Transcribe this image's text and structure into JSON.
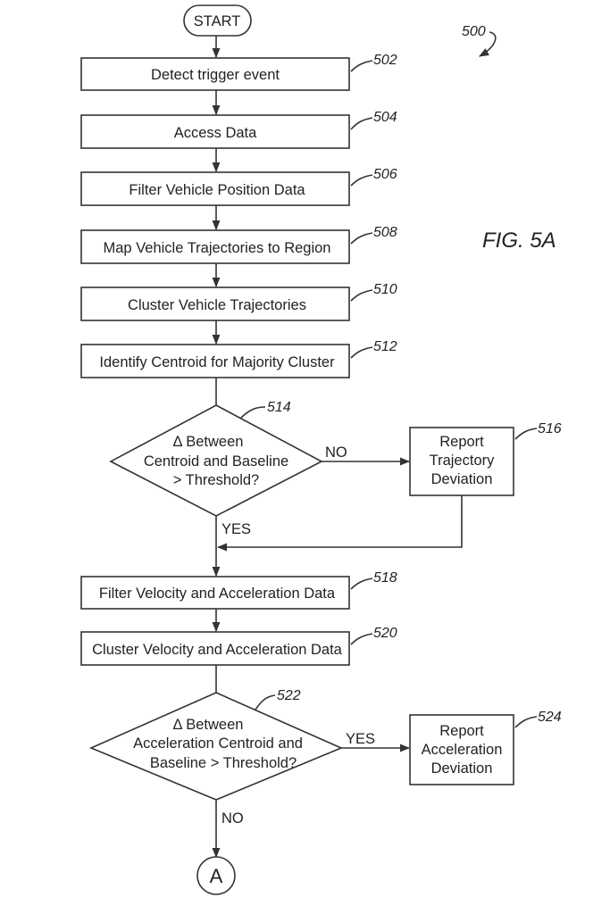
{
  "figure": {
    "title": "FIG. 5A",
    "figure_ref": "500",
    "start": "START",
    "connector": "A"
  },
  "steps": {
    "s502": {
      "ref": "502",
      "label": "Detect trigger event"
    },
    "s504": {
      "ref": "504",
      "label": "Access Data"
    },
    "s506": {
      "ref": "506",
      "label": "Filter Vehicle Position Data"
    },
    "s508": {
      "ref": "508",
      "label": "Map Vehicle Trajectories to Region"
    },
    "s510": {
      "ref": "510",
      "label": "Cluster Vehicle Trajectories"
    },
    "s512": {
      "ref": "512",
      "label": "Identify Centroid for Majority Cluster"
    },
    "s514": {
      "ref": "514",
      "lines": [
        "Δ Between",
        "Centroid and Baseline",
        "> Threshold?"
      ],
      "no": "NO",
      "yes": "YES"
    },
    "s516": {
      "ref": "516",
      "lines": [
        "Report",
        "Trajectory",
        "Deviation"
      ]
    },
    "s518": {
      "ref": "518",
      "label": "Filter Velocity and Acceleration Data"
    },
    "s520": {
      "ref": "520",
      "label": "Cluster Velocity and Acceleration  Data"
    },
    "s522": {
      "ref": "522",
      "lines": [
        "Δ Between",
        "Acceleration Centroid and",
        "Baseline > Threshold?"
      ],
      "yes": "YES",
      "no": "NO"
    },
    "s524": {
      "ref": "524",
      "lines": [
        "Report",
        "Acceleration",
        "Deviation"
      ]
    }
  }
}
